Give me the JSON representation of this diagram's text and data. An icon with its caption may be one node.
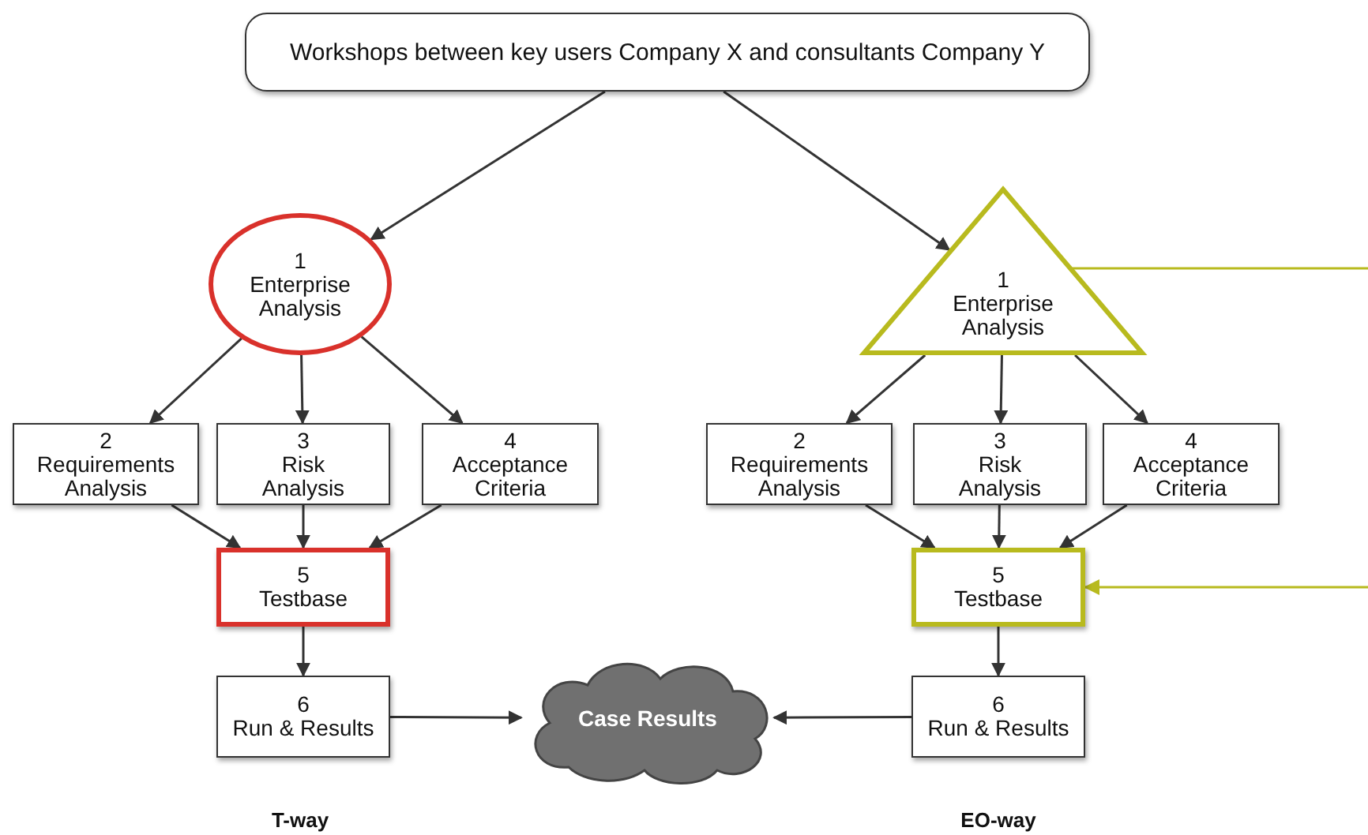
{
  "diagram": {
    "nodes": [
      {
        "text": [
          "Workshops between key users Company X and consultants Company Y"
        ]
      },
      {
        "text": [
          "1",
          "Enterprise Analysis"
        ]
      },
      {
        "text": [
          "2",
          "Requirements Analysis"
        ]
      },
      {
        "text": [
          "3",
          "Risk Analysis"
        ]
      },
      {
        "text": [
          "4",
          "Acceptance Criteria"
        ]
      },
      {
        "text": [
          "5",
          "Testbase"
        ]
      },
      {
        "text": [
          "6",
          "Run & Results"
        ]
      },
      {
        "text": [
          "Case Results"
        ]
      },
      {
        "text": [
          "1",
          "Enterprise Analysis"
        ]
      },
      {
        "text": [
          "2",
          "Requirements Analysis"
        ]
      },
      {
        "text": [
          "3",
          "Risk Analysis"
        ]
      },
      {
        "text": [
          "4",
          "Acceptance Criteria"
        ]
      },
      {
        "text": [
          "5",
          "Testbase"
        ]
      },
      {
        "text": [
          "6",
          "Run & Results"
        ]
      }
    ],
    "edges": [
      {
        "from": 0,
        "to": 1,
        "arrow": "to"
      },
      {
        "from": 0,
        "to": 8,
        "arrow": "to"
      },
      {
        "from": 1,
        "to": 2,
        "arrow": "to"
      },
      {
        "from": 1,
        "to": 3,
        "arrow": "to"
      },
      {
        "from": 1,
        "to": 4,
        "arrow": "to"
      },
      {
        "from": 2,
        "to": 5,
        "arrow": "to"
      },
      {
        "from": 3,
        "to": 5,
        "arrow": "to"
      },
      {
        "from": 4,
        "to": 5,
        "arrow": "to"
      },
      {
        "from": 5,
        "to": 6,
        "arrow": "to"
      },
      {
        "from": 6,
        "to": 7,
        "arrow": "to"
      },
      {
        "from": 8,
        "to": 9,
        "arrow": "to"
      },
      {
        "from": 8,
        "to": 10,
        "arrow": "to"
      },
      {
        "from": 8,
        "to": 11,
        "arrow": "to"
      },
      {
        "from": 9,
        "to": 12,
        "arrow": "to"
      },
      {
        "from": 10,
        "to": 12,
        "arrow": "to"
      },
      {
        "from": 11,
        "to": 12,
        "arrow": "to"
      },
      {
        "from": 12,
        "to": 13,
        "arrow": "to"
      },
      {
        "from": 13,
        "to": 7,
        "arrow": "to"
      },
      {
        "from": 8,
        "to": null,
        "arrow": "none",
        "color": "#b8ba1e"
      },
      {
        "from": null,
        "to": 12,
        "arrow": "to",
        "color": "#b8ba1e"
      }
    ],
    "labels": [
      "T-way",
      "EO-way"
    ]
  }
}
